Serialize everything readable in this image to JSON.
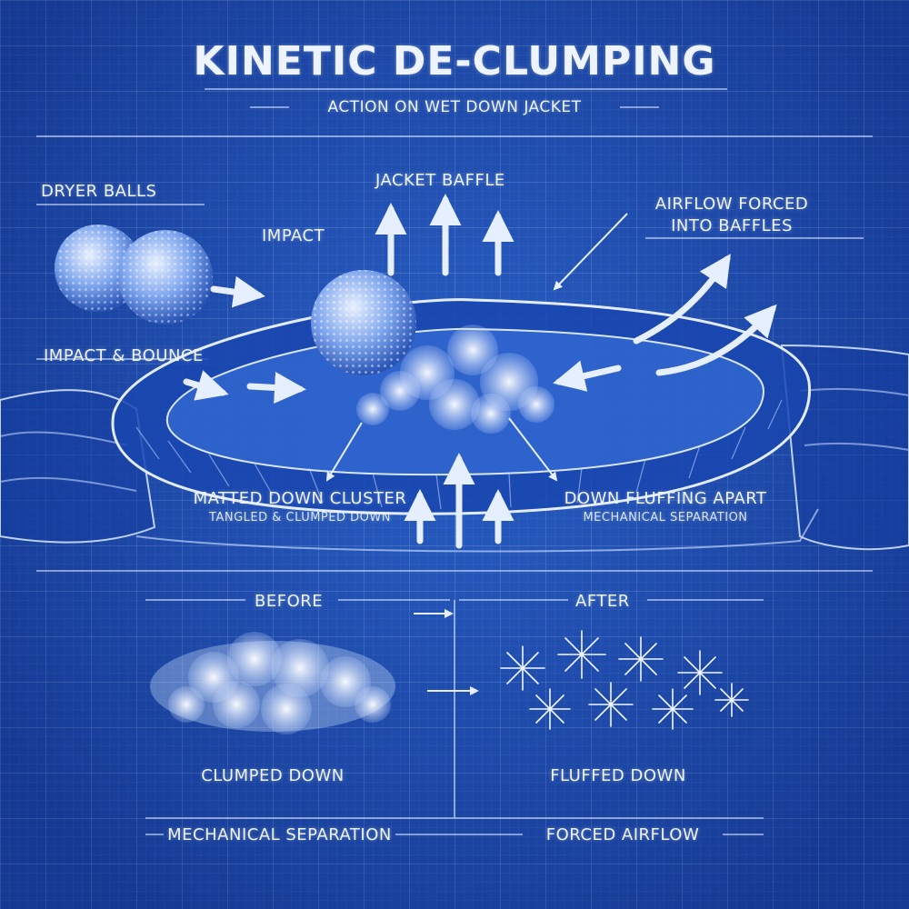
{
  "title": "KINETIC DE-CLUMPING",
  "subtitle": "ACTION ON WET DOWN JACKET",
  "labels": {
    "dryer_balls": "DRYER BALLS",
    "jacket_baffle": "JACKET BAFFLE",
    "airflow_line1": "AIRFLOW FORCED",
    "airflow_line2": "INTO BAFFLES",
    "impact": "IMPACT",
    "impact_bounce": "IMPACT & BOUNCE",
    "matted_cluster": "MATTED DOWN CLUSTER",
    "matted_cluster_sub": "TANGLED & CLUMPED DOWN",
    "fluffing_apart": "DOWN FLUFFING APART",
    "fluffing_apart_sub": "MECHANICAL SEPARATION"
  },
  "comparison": {
    "before": "BEFORE",
    "after": "AFTER",
    "clumped": "CLUMPED DOWN",
    "fluffed": "FLUFFED DOWN"
  },
  "footer": {
    "left": "MECHANICAL SEPARATION",
    "right": "FORCED AIRFLOW"
  },
  "colors": {
    "background": "#1f51b3",
    "ink": "#eef4ff"
  }
}
